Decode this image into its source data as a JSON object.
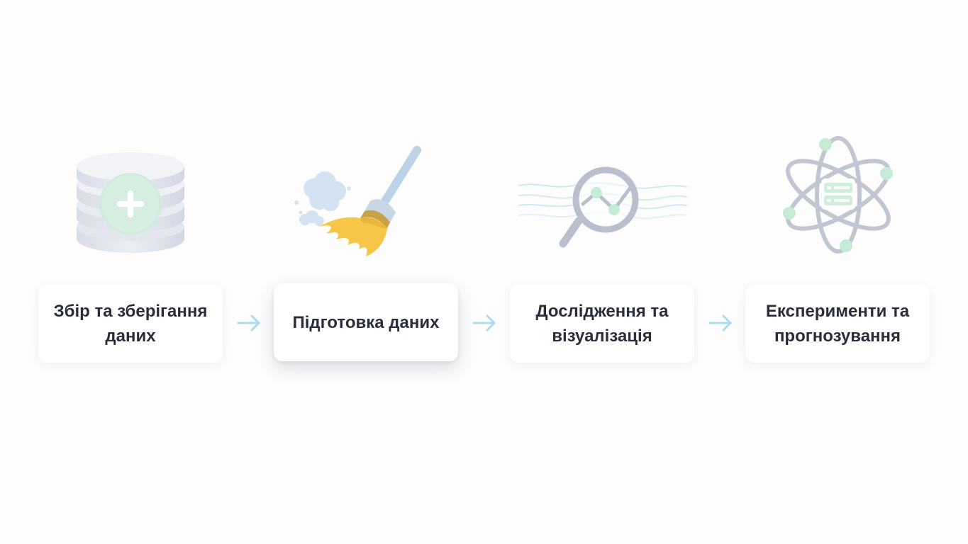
{
  "steps": [
    {
      "id": "collect",
      "label": "Збір та зберігання даних",
      "icon": "database-plus-icon"
    },
    {
      "id": "prepare",
      "label": "Підготовка даних",
      "icon": "broom-icon",
      "active": true
    },
    {
      "id": "explore",
      "label": "Дослідження та візуалізація",
      "icon": "magnifier-chart-icon"
    },
    {
      "id": "experiment",
      "label": "Експерименти та прогнозування",
      "icon": "atom-server-icon"
    }
  ],
  "colors": {
    "background": "#fdfdfe",
    "card": "#ffffff",
    "text": "#2a2e3b",
    "arrow": "#a9dcee",
    "mint": "#bfead4",
    "grey_icon": "#c3c7d4",
    "broom_yellow": "#f7c84a",
    "broom_handle": "#b8cfe3"
  }
}
